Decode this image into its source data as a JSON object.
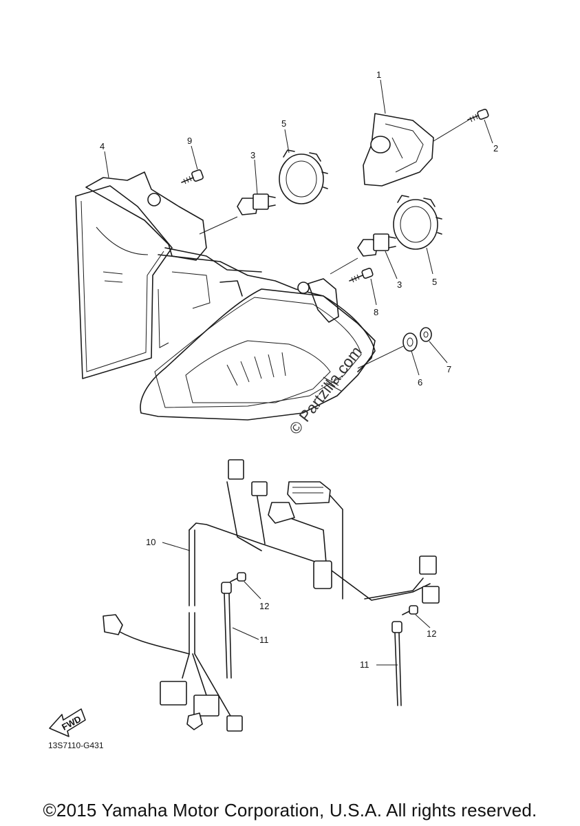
{
  "callouts": {
    "c1": "1",
    "c2": "2",
    "c3a": "3",
    "c3b": "3",
    "c4": "4",
    "c5a": "5",
    "c5b": "5",
    "c6": "6",
    "c7": "7",
    "c8": "8",
    "c9": "9",
    "c10": "10",
    "c11a": "11",
    "c11b": "11",
    "c12a": "12",
    "c12b": "12"
  },
  "fwd_arrow_text": "FWD",
  "diagram_code": "13S7110-G431",
  "watermark": "© Partzilla.com",
  "copyright": "©2015 Yamaha Motor Corporation, U.S.A. All rights reserved."
}
